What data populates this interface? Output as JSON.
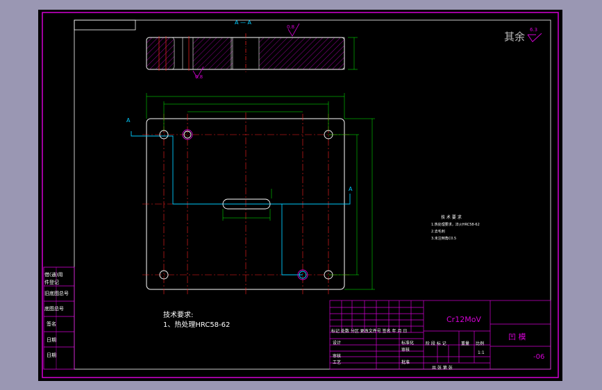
{
  "colors": {
    "border": "#d400d4",
    "part": "#ffffff",
    "dimension": "#00ff00",
    "centerline": "#ff2020",
    "hatch": "#d400d4",
    "section": "#00ccff",
    "note": "#ffffff",
    "material_color": "#d400d4"
  },
  "view": {
    "section_label": "A — A",
    "surface_top": "0.8",
    "surface_bottom": "0.8",
    "cut_left": "A",
    "cut_right": "A"
  },
  "roughness": {
    "label": "其余",
    "value": "6.3"
  },
  "left_strip": [
    {
      "label": "借(通)用"
    },
    {
      "label": "件登记"
    },
    {
      "label": "旧底图总号"
    },
    {
      "label": "底图总号"
    },
    {
      "label": "签名"
    },
    {
      "label": "日期"
    },
    {
      "label": "日期"
    }
  ],
  "tech_requirements": {
    "title": "技术要求:",
    "items": [
      "1、热处理HRC58-62"
    ]
  },
  "small_notes": {
    "title": "技 术 要 求",
    "lines": [
      "1.热处理要求，淬火HRC58-62",
      "2.去毛刺",
      "3.未注倒角C0.5"
    ]
  },
  "title_block": {
    "material": "Cr12MoV",
    "part_name": "凹  模",
    "drawing_no": "-06",
    "scale": "1:1",
    "header_row": "标记 处数 分区 更改文件号 签名 年 月 日",
    "rows_left": [
      "设计",
      "审核",
      "工艺"
    ],
    "rows_mid": [
      "标准化",
      "",
      "批准"
    ],
    "rows_mid2": [
      "",
      "审核",
      "",
      ""
    ],
    "cols": [
      "阶 段 标 记",
      "重量",
      "比例"
    ],
    "sheet_info": "共   张  第   张"
  }
}
